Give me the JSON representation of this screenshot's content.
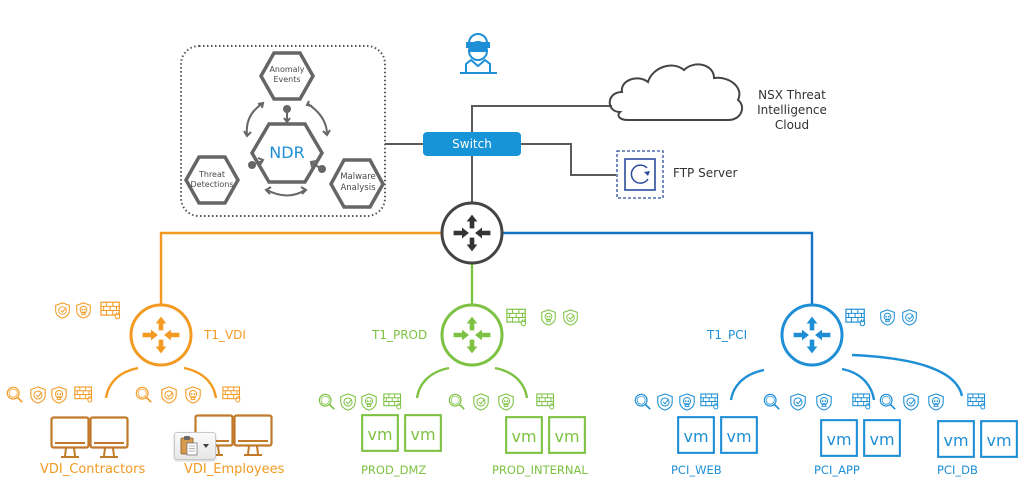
{
  "diagram": {
    "ndr_group": {
      "center": "NDR",
      "nodes": [
        "Anomaly Events",
        "Threat Detections",
        "Malware Analysis"
      ],
      "node_lines": {
        "anomaly": [
          "Anomaly",
          "Events"
        ],
        "threat": [
          "Threat",
          "Detections"
        ],
        "malware": [
          "Malware",
          "Analysis"
        ]
      }
    },
    "attacker_icon": "hacker-icon",
    "switch_label": "Switch",
    "cloud": {
      "lines": [
        "NSX Threat",
        "Intelligence",
        "Cloud"
      ],
      "icon": "cloud-icon"
    },
    "ftp_server": {
      "label": "FTP Server",
      "icon": "refresh-server-icon"
    },
    "t0_router": {
      "icon": "router-icon"
    },
    "tier1": [
      {
        "name": "T1_VDI",
        "color": "#F39A22",
        "security_icons": [
          "ids-shield-icon",
          "malware-skull-icon",
          "firewall-icon"
        ],
        "segments": [
          {
            "name": "VDI_Contractors",
            "kind": "desktop",
            "icons": [
              "search-icon",
              "ids-shield-icon",
              "malware-skull-icon",
              "firewall-icon"
            ]
          },
          {
            "name": "VDI_Employees",
            "kind": "desktop",
            "icons": [
              "search-icon",
              "ids-shield-icon",
              "malware-skull-icon",
              "firewall-icon"
            ]
          }
        ]
      },
      {
        "name": "T1_PROD",
        "color": "#7DC242",
        "security_icons": [
          "firewall-icon",
          "malware-skull-icon",
          "ids-shield-icon"
        ],
        "segments": [
          {
            "name": "PROD_DMZ",
            "kind": "vm",
            "icons": [
              "search-icon",
              "ids-shield-icon",
              "malware-skull-icon",
              "firewall-icon"
            ]
          },
          {
            "name": "PROD_INTERNAL",
            "kind": "vm",
            "icons": [
              "search-icon",
              "ids-shield-icon",
              "malware-skull-icon",
              "firewall-icon"
            ]
          }
        ]
      },
      {
        "name": "T1_PCI",
        "color": "#1E8FD6",
        "security_icons": [
          "firewall-icon",
          "malware-skull-icon",
          "ids-shield-icon"
        ],
        "segments": [
          {
            "name": "PCI_WEB",
            "kind": "vm",
            "icons": [
              "search-icon",
              "ids-shield-icon",
              "malware-skull-icon",
              "firewall-icon"
            ]
          },
          {
            "name": "PCI_APP",
            "kind": "vm",
            "icons": [
              "search-icon",
              "ids-shield-icon",
              "malware-skull-icon",
              "firewall-icon"
            ]
          },
          {
            "name": "PCI_DB",
            "kind": "vm",
            "icons": [
              "search-icon",
              "ids-shield-icon",
              "malware-skull-icon",
              "firewall-icon"
            ]
          }
        ]
      }
    ],
    "vm_label": "vm",
    "paste_button": {
      "icon": "clipboard-paste-icon",
      "dropdown": "chevron-down-icon"
    }
  },
  "colors": {
    "orange": "#F39A22",
    "green": "#7DC242",
    "blue": "#1E8FD6",
    "gray": "#5a5a5a",
    "switch": "#1793D7",
    "ftp": "#2A4D9B"
  }
}
